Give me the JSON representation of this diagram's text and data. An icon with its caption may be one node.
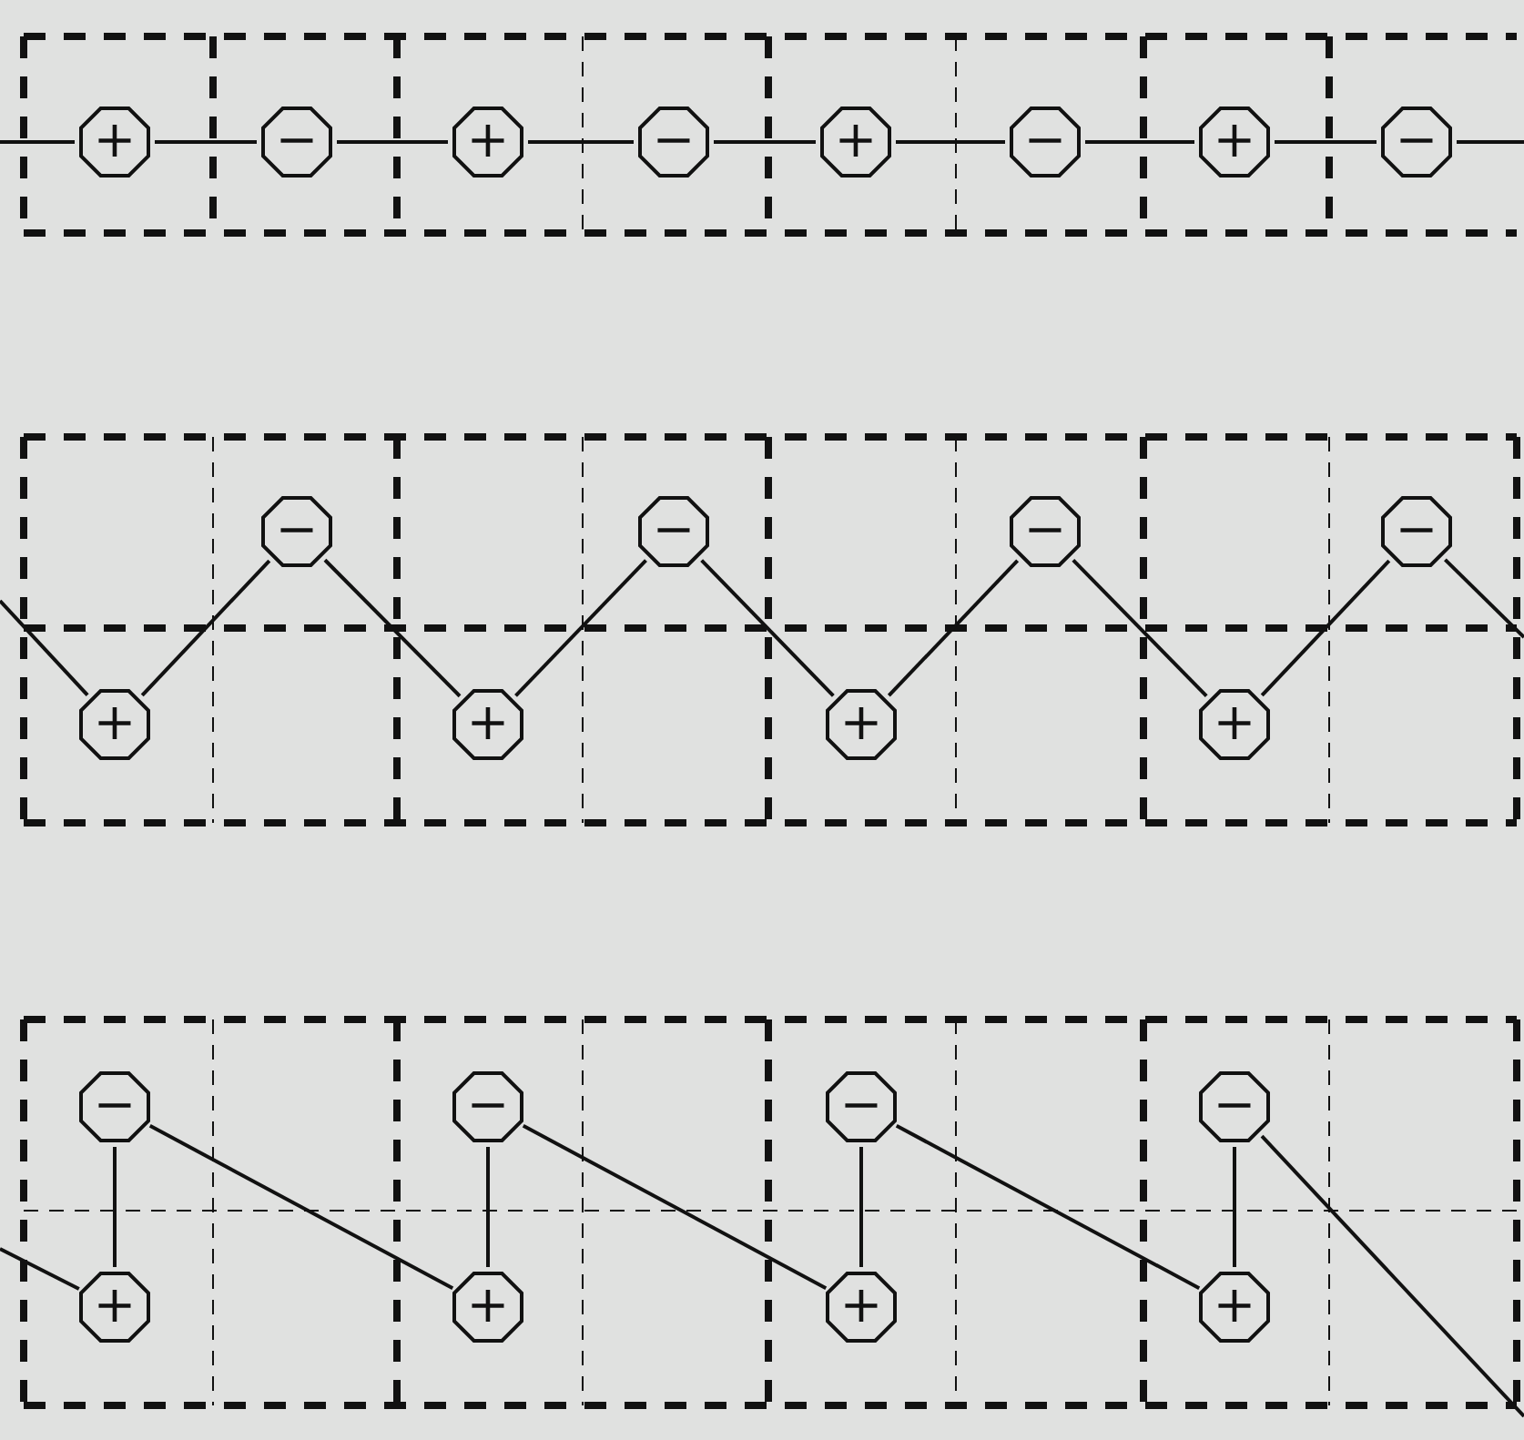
{
  "diagram": {
    "nodes": [
      {
        "text": [
          "+"
        ]
      },
      {
        "text": [
          "−"
        ]
      },
      {
        "text": [
          "+"
        ]
      },
      {
        "text": [
          "−"
        ]
      },
      {
        "text": [
          "+"
        ]
      },
      {
        "text": [
          "−"
        ]
      },
      {
        "text": [
          "+"
        ]
      },
      {
        "text": [
          "−"
        ]
      },
      {
        "text": [
          "+"
        ]
      },
      {
        "text": [
          "−"
        ]
      },
      {
        "text": [
          "+"
        ]
      },
      {
        "text": [
          "−"
        ]
      },
      {
        "text": [
          "+"
        ]
      },
      {
        "text": [
          "−"
        ]
      },
      {
        "text": [
          "+"
        ]
      },
      {
        "text": [
          "−"
        ]
      },
      {
        "text": [
          "−"
        ]
      },
      {
        "text": [
          "+"
        ]
      },
      {
        "text": [
          "−"
        ]
      },
      {
        "text": [
          "+"
        ]
      },
      {
        "text": [
          "−"
        ]
      },
      {
        "text": [
          "+"
        ]
      },
      {
        "text": [
          "−"
        ]
      },
      {
        "text": [
          "+"
        ]
      }
    ],
    "edges": [
      {
        "from": null,
        "to": 0,
        "arrow": "none"
      },
      {
        "from": 0,
        "to": 1,
        "arrow": "none"
      },
      {
        "from": 1,
        "to": 2,
        "arrow": "none"
      },
      {
        "from": 2,
        "to": 3,
        "arrow": "none"
      },
      {
        "from": 3,
        "to": 4,
        "arrow": "none"
      },
      {
        "from": 4,
        "to": 5,
        "arrow": "none"
      },
      {
        "from": 5,
        "to": 6,
        "arrow": "none"
      },
      {
        "from": 6,
        "to": 7,
        "arrow": "none"
      },
      {
        "from": 7,
        "to": null,
        "arrow": "none"
      },
      {
        "from": null,
        "to": 8,
        "arrow": "none"
      },
      {
        "from": 8,
        "to": 9,
        "arrow": "none"
      },
      {
        "from": 9,
        "to": 10,
        "arrow": "none"
      },
      {
        "from": 10,
        "to": 11,
        "arrow": "none"
      },
      {
        "from": 11,
        "to": 12,
        "arrow": "none"
      },
      {
        "from": 12,
        "to": 13,
        "arrow": "none"
      },
      {
        "from": 13,
        "to": 14,
        "arrow": "none"
      },
      {
        "from": 14,
        "to": 15,
        "arrow": "none"
      },
      {
        "from": 15,
        "to": null,
        "arrow": "none"
      },
      {
        "from": null,
        "to": 17,
        "arrow": "none"
      },
      {
        "from": 17,
        "to": 16,
        "arrow": "none"
      },
      {
        "from": 16,
        "to": 19,
        "arrow": "none"
      },
      {
        "from": 19,
        "to": 18,
        "arrow": "none"
      },
      {
        "from": 18,
        "to": 21,
        "arrow": "none"
      },
      {
        "from": 21,
        "to": 20,
        "arrow": "none"
      },
      {
        "from": 20,
        "to": 23,
        "arrow": "none"
      },
      {
        "from": 23,
        "to": 22,
        "arrow": "none"
      },
      {
        "from": 22,
        "to": null,
        "arrow": "none"
      }
    ]
  }
}
